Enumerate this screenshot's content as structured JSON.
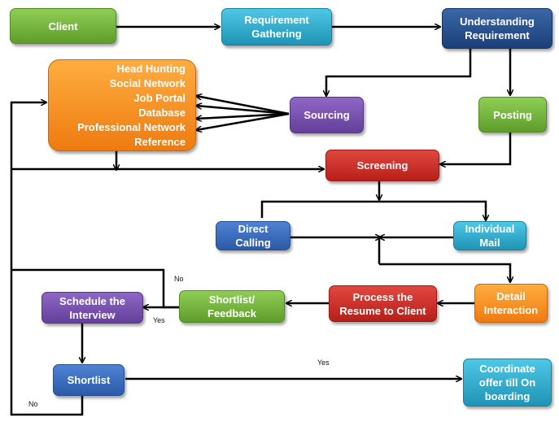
{
  "nodes": {
    "client": "Client",
    "requirement_gathering": "Requirement\nGathering",
    "understanding_requirement": "Understanding\nRequirement",
    "sources": [
      "Head Hunting",
      "Social Network",
      "Job Portal",
      "Database",
      "Professional Network",
      "Reference"
    ],
    "sourcing": "Sourcing",
    "posting": "Posting",
    "screening": "Screening",
    "direct_calling": "Direct\nCalling",
    "individual_mail": "Individual\nMail",
    "detail_interaction": "Detail\nInteraction",
    "process_resume": "Process the\nResume to Client",
    "shortlist_feedback": "Shortlist/\nFeedback",
    "schedule_interview": "Schedule the\nInterview",
    "shortlist": "Shortlist",
    "coordinate_offer": "Coordinate\noffer till On\nboarding"
  },
  "edge_labels": {
    "feedback_no": "No",
    "feedback_yes": "Yes",
    "shortlist_yes": "Yes",
    "shortlist_no": "No"
  },
  "colors": {
    "green": "#6aab35",
    "teal": "#2aa6c8",
    "navy": "#234a88",
    "orange": "#f58a1f",
    "purple": "#7350ab",
    "red": "#c52a23",
    "blue": "#3367bb",
    "arrow": "#000000"
  }
}
